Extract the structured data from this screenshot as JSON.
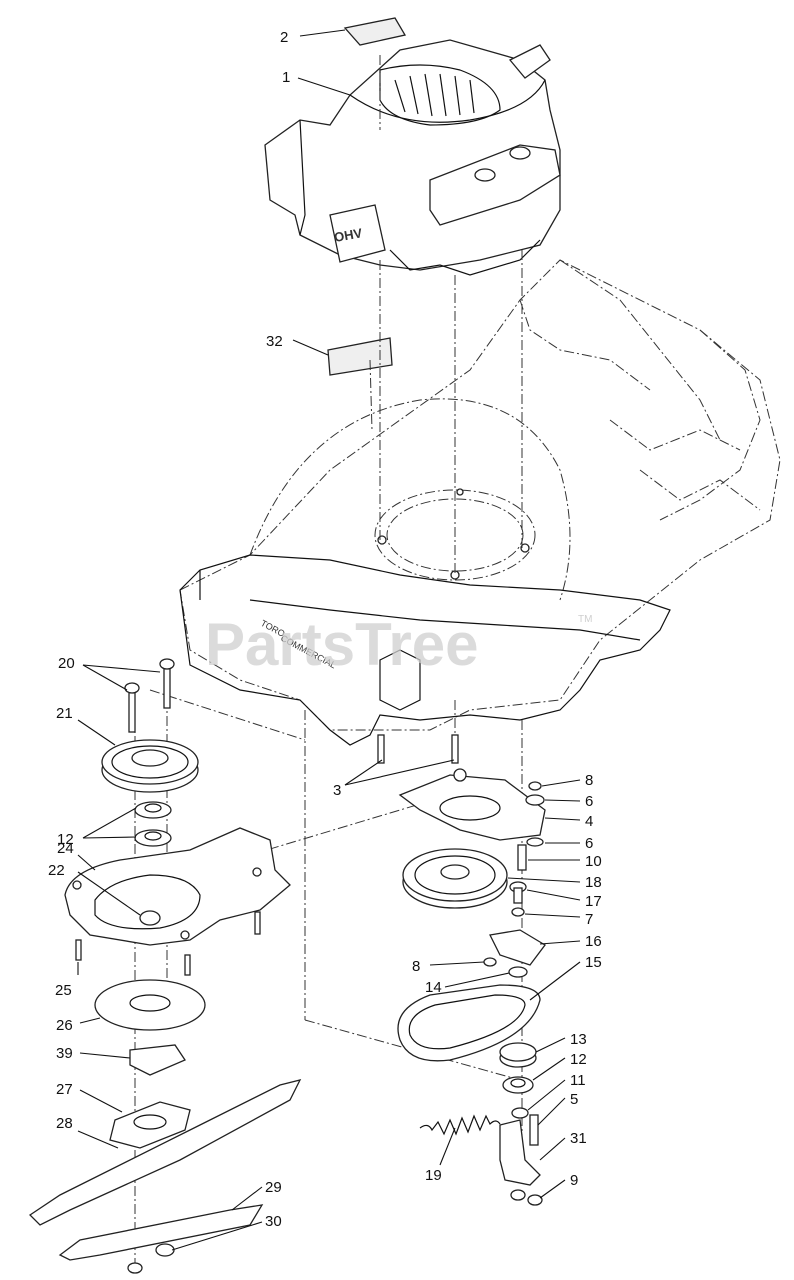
{
  "watermark": {
    "text": "PartsTree",
    "tm": "TM"
  },
  "engine": {
    "badge": "OHV"
  },
  "deck": {
    "brand": "COMMERCIAL",
    "logo": "TORO"
  },
  "callouts": [
    {
      "id": "c2",
      "text": "2"
    },
    {
      "id": "c1",
      "text": "1"
    },
    {
      "id": "c32",
      "text": "32"
    },
    {
      "id": "c20",
      "text": "20"
    },
    {
      "id": "c21",
      "text": "21"
    },
    {
      "id": "c12a",
      "text": "12"
    },
    {
      "id": "c24",
      "text": "24"
    },
    {
      "id": "c22",
      "text": "22"
    },
    {
      "id": "c25",
      "text": "25"
    },
    {
      "id": "c26",
      "text": "26"
    },
    {
      "id": "c39",
      "text": "39"
    },
    {
      "id": "c27",
      "text": "27"
    },
    {
      "id": "c28",
      "text": "28"
    },
    {
      "id": "c29",
      "text": "29"
    },
    {
      "id": "c30",
      "text": "30"
    },
    {
      "id": "c3",
      "text": "3"
    },
    {
      "id": "c8a",
      "text": "8"
    },
    {
      "id": "c6a",
      "text": "6"
    },
    {
      "id": "c4",
      "text": "4"
    },
    {
      "id": "c6b",
      "text": "6"
    },
    {
      "id": "c10",
      "text": "10"
    },
    {
      "id": "c18",
      "text": "18"
    },
    {
      "id": "c17",
      "text": "17"
    },
    {
      "id": "c7",
      "text": "7"
    },
    {
      "id": "c16",
      "text": "16"
    },
    {
      "id": "c8b",
      "text": "8"
    },
    {
      "id": "c15",
      "text": "15"
    },
    {
      "id": "c14",
      "text": "14"
    },
    {
      "id": "c13",
      "text": "13"
    },
    {
      "id": "c12b",
      "text": "12"
    },
    {
      "id": "c11",
      "text": "11"
    },
    {
      "id": "c5",
      "text": "5"
    },
    {
      "id": "c31",
      "text": "31"
    },
    {
      "id": "c19",
      "text": "19"
    },
    {
      "id": "c9",
      "text": "9"
    }
  ]
}
